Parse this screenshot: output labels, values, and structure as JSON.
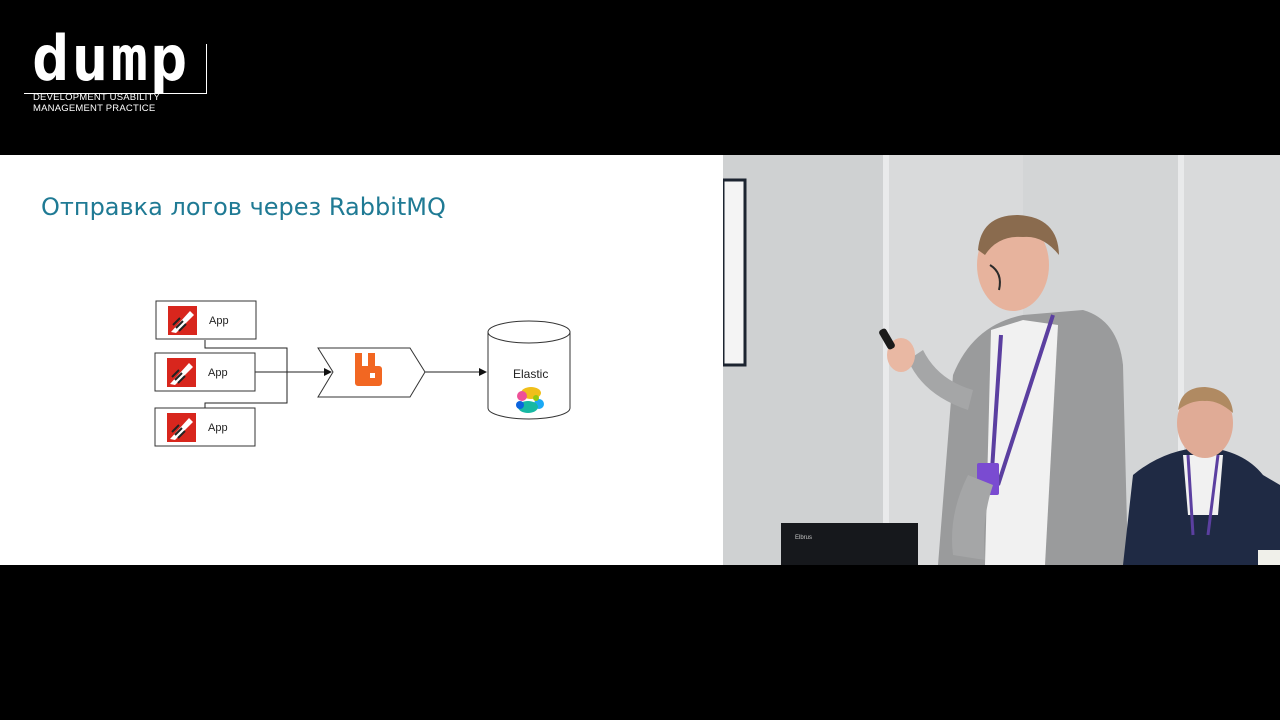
{
  "logo": {
    "word": "dump",
    "subtitle_line1": "DEVELOPMENT USABILITY",
    "subtitle_line2": "MANAGEMENT PRACTICE"
  },
  "slide": {
    "title": "Отправка логов через RabbitMQ",
    "apps": [
      {
        "label": "App"
      },
      {
        "label": "App"
      },
      {
        "label": "App"
      }
    ],
    "queue_icon": "rabbitmq-icon",
    "storage": {
      "label": "Elastic",
      "icon": "elastic-icon"
    }
  },
  "video": {
    "laptop_label": "Elbrus"
  },
  "colors": {
    "title": "#1f7a94",
    "rabbit": "#f26722",
    "app_icon": "#d8261d"
  }
}
